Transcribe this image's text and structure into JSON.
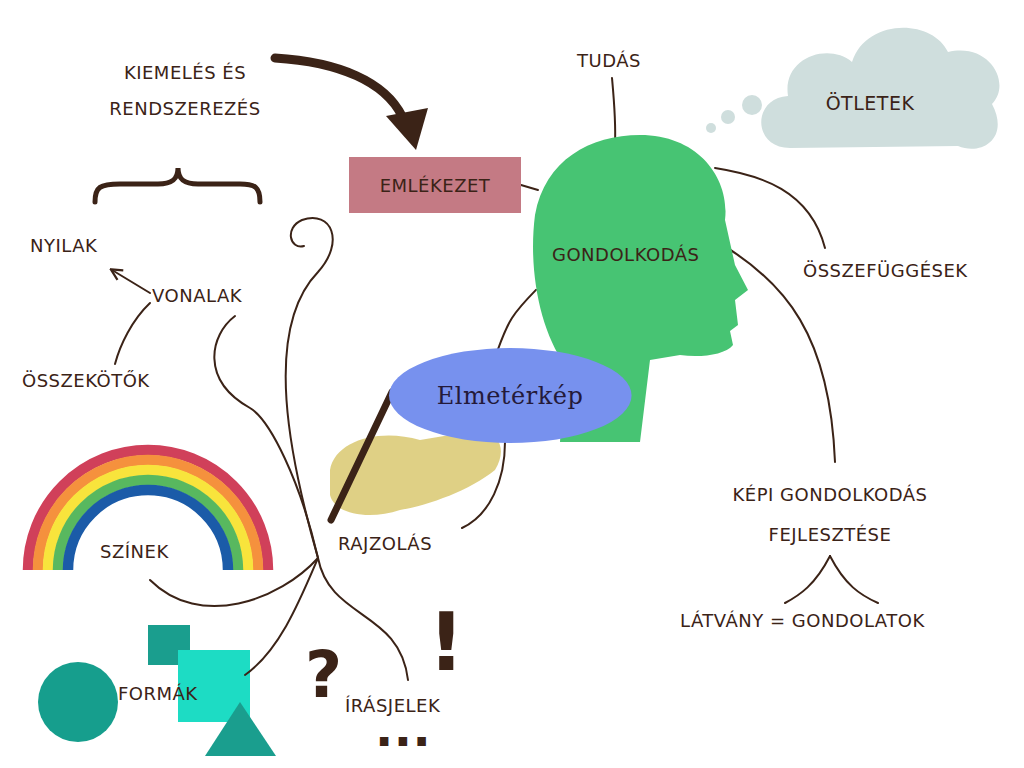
{
  "diagram": {
    "nodes": [
      {
        "text": [
          "ÖTLETEK"
        ]
      },
      {
        "text": [
          "EMLÉKEZET"
        ]
      },
      {
        "text": [
          "GONDOLKODÁS"
        ]
      },
      {
        "text": [
          "Elmetérkép"
        ]
      }
    ],
    "edges": [
      {
        "from": 1,
        "to": 2,
        "arrow": "none"
      },
      {
        "from": 3,
        "to": 2,
        "arrow": "none"
      }
    ],
    "labels": [
      "TUDÁS",
      "KIEMELÉS ÉS RENDSZEREZÉS",
      "NYILAK",
      "ÖSSZEFÜGGÉSEK",
      "VONALAK",
      "ÖSSZEKÖTŐK",
      "KÉPI GONDOLKODÁS FEJLESZTÉSE",
      "SZÍNEK",
      "RAJZOLÁS",
      "LÁTVÁNY = GONDOLATOK",
      "!",
      "?",
      "FORMÁK",
      "ÍRÁSJELEK",
      "..."
    ]
  }
}
